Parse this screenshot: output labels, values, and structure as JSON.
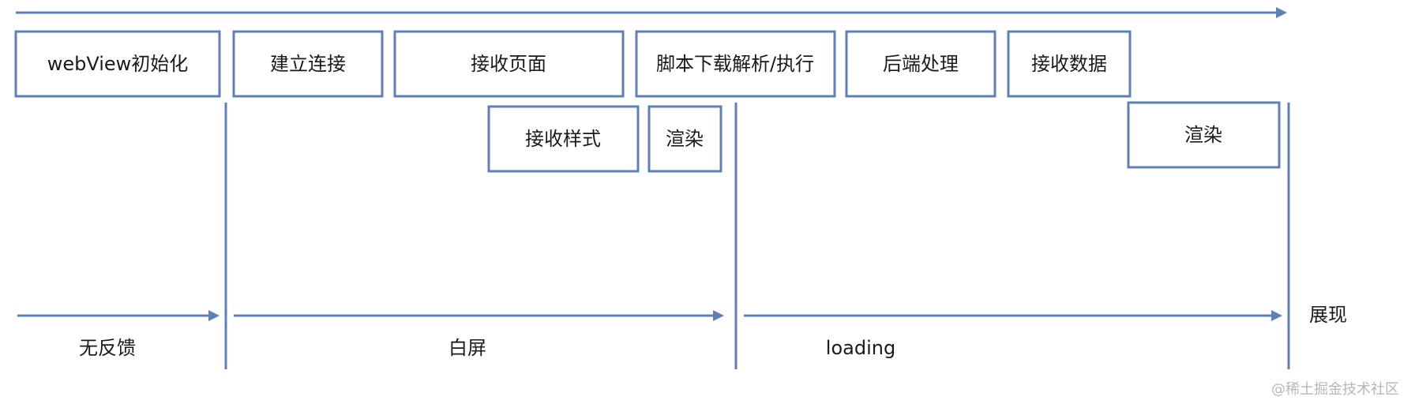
{
  "steps": [
    {
      "id": "webview-init",
      "label": "webView初始化"
    },
    {
      "id": "connect",
      "label": "建立连接"
    },
    {
      "id": "receive-page",
      "label": "接收页面"
    },
    {
      "id": "script-exec",
      "label": "脚本下载解析/执行"
    },
    {
      "id": "backend",
      "label": "后端处理"
    },
    {
      "id": "receive-data",
      "label": "接收数据"
    },
    {
      "id": "receive-style",
      "label": "接收样式"
    },
    {
      "id": "render-1",
      "label": "渲染"
    },
    {
      "id": "render-2",
      "label": "渲染"
    }
  ],
  "phases": [
    {
      "id": "no-feedback",
      "label": "无反馈"
    },
    {
      "id": "white-screen",
      "label": "白屏"
    },
    {
      "id": "loading",
      "label": "loading"
    }
  ],
  "final_label": "展现",
  "watermark": "@稀土掘金技术社区",
  "colors": {
    "line": "#5f7fb8",
    "text": "#1a1a1a",
    "watermark": "#b7b7b7"
  }
}
